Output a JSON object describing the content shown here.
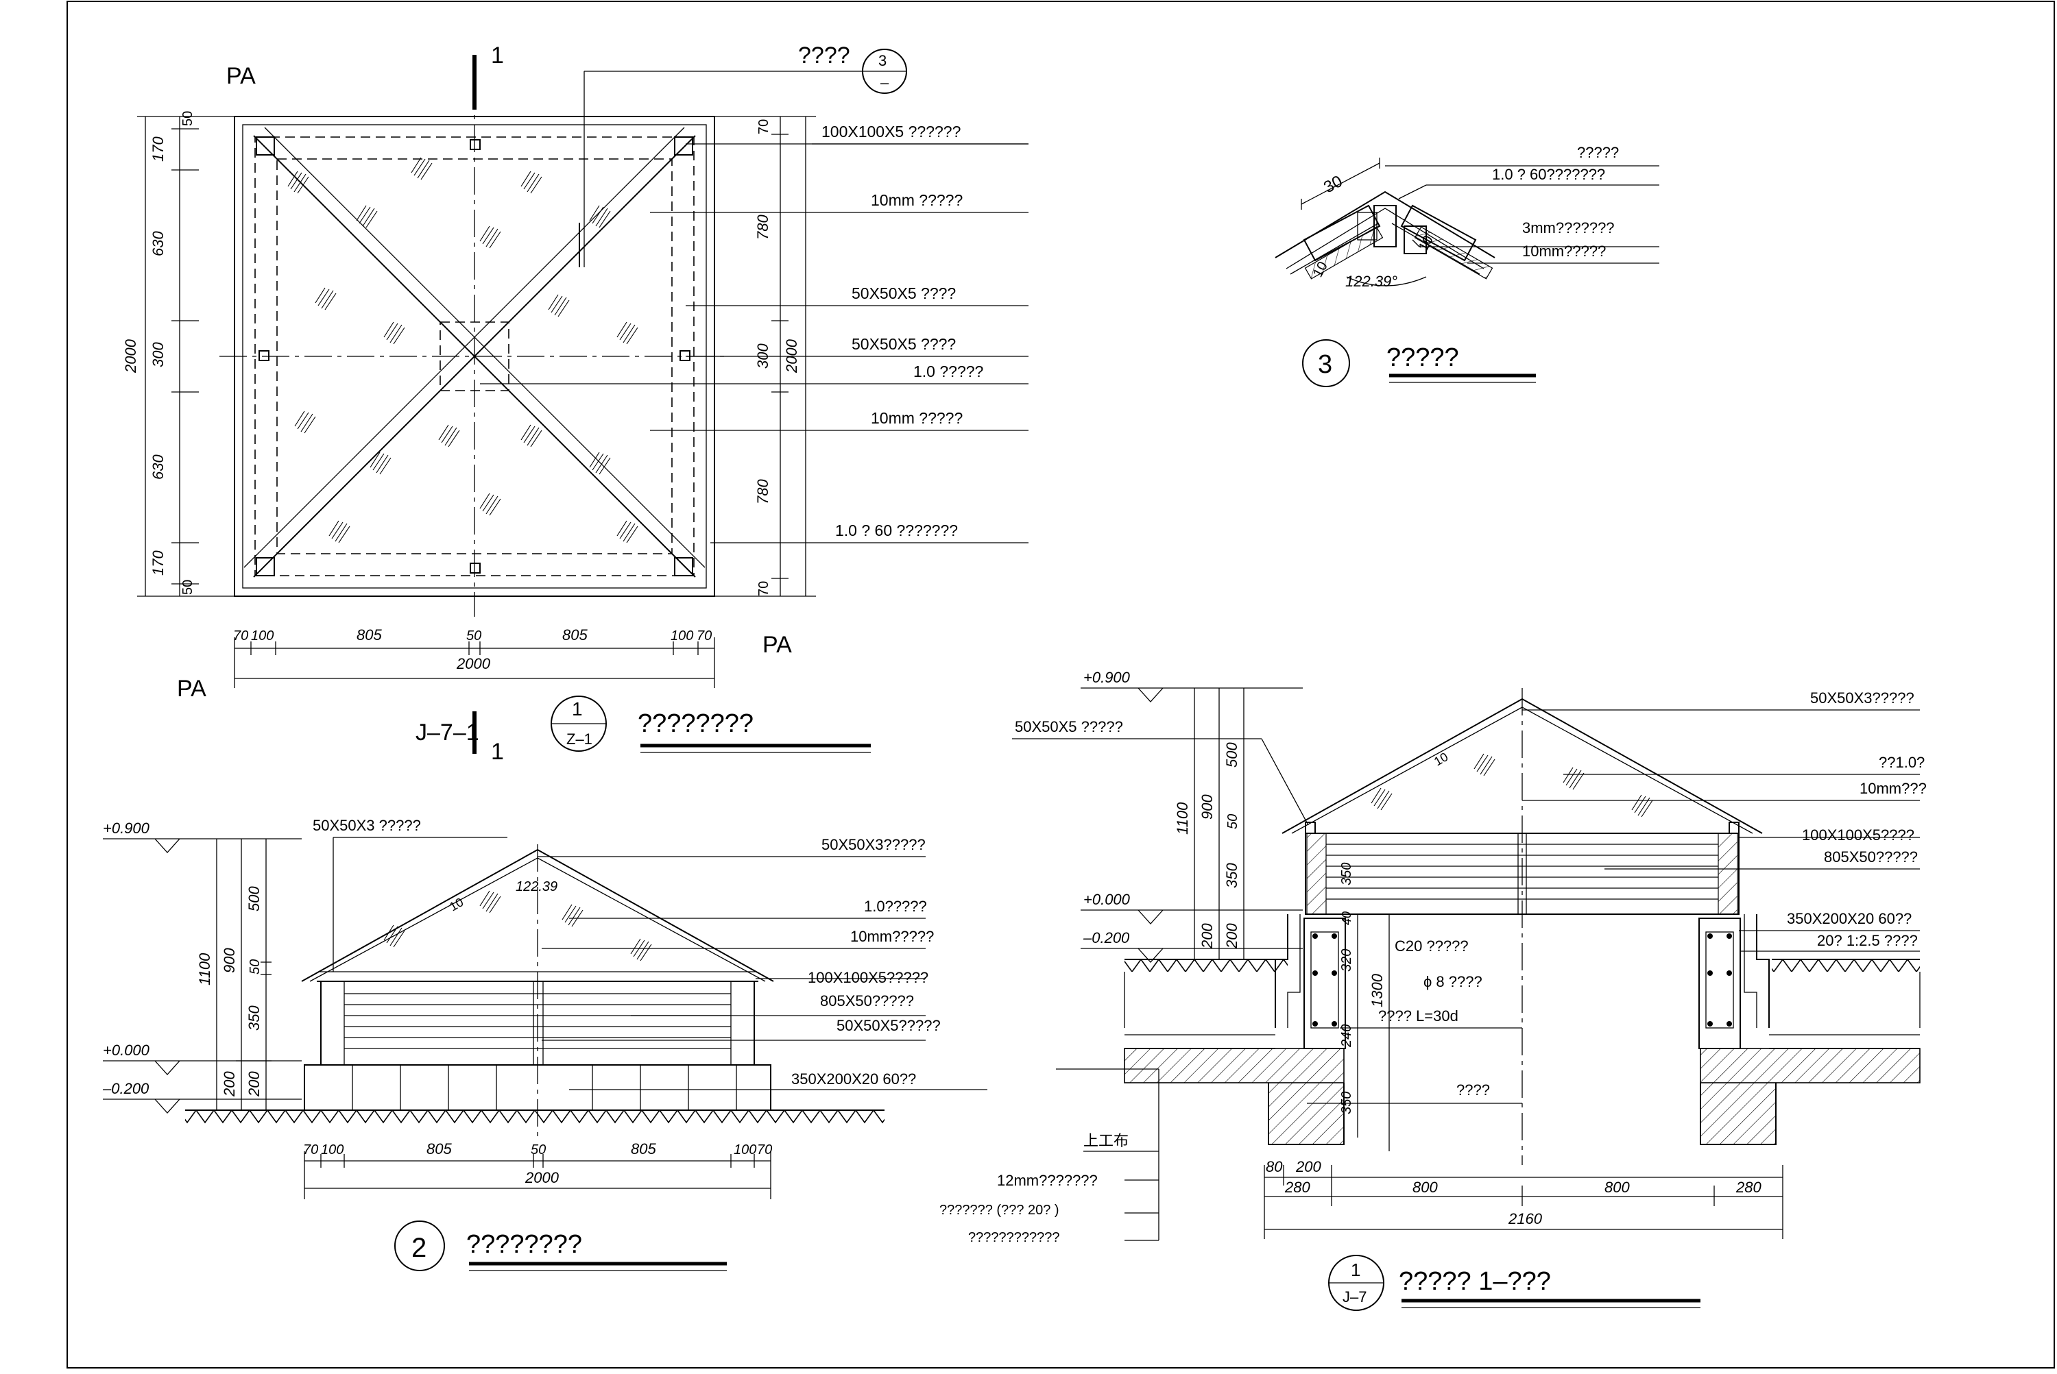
{
  "plan": {
    "section_mark_top": "1",
    "section_mark_bottom": "1",
    "pa_top": "PA",
    "pa_right": "PA",
    "pa_bottom": "PA",
    "detail_callout": "????",
    "detail_ref_num": "3",
    "detail_ref_sheet": "–",
    "left_dims": [
      "50",
      "170",
      "630",
      "300",
      "630",
      "170",
      "50"
    ],
    "left_total": "2000",
    "right_dims": [
      "70",
      "780",
      "300",
      "780",
      "70"
    ],
    "right_total": "2000",
    "bottom_dims": [
      "70",
      "100",
      "805",
      "50",
      "805",
      "100",
      "70"
    ],
    "bottom_total": "2000",
    "annotations": [
      "100X100X5   ??????",
      "10mm      ?????",
      "50X50X5      ????",
      "50X50X5      ????",
      "1.0    ?????",
      "10mm      ?????",
      "1.0   ? 60   ???????"
    ],
    "sheet_ref": "J–7–1",
    "title_num": "1",
    "title_sheet": "Z–1",
    "title": "????????"
  },
  "detail": {
    "callouts": [
      "?????",
      "1.0 ? 60???????",
      "3mm???????",
      "10mm?????"
    ],
    "dim_30": "30",
    "dim_10a": "10",
    "dim_10b": "10",
    "angle": "122.39°",
    "title_num": "3",
    "title": "?????"
  },
  "elevation": {
    "level_top": "+0.900",
    "level_zero": "+0.000",
    "level_neg": "–0.200",
    "left_total": "1100",
    "left_mid": "900",
    "left_dims": [
      "500",
      "50",
      "350",
      "200"
    ],
    "left_bottom": "200",
    "roof_angle": "122.39",
    "roof_mark": "10",
    "member_label": "50X50X3        ?????",
    "annotations": [
      "50X50X3?????",
      "1.0?????",
      "10mm?????",
      "100X100X5?????",
      "805X50?????",
      "50X50X5?????",
      "350X200X20     60??"
    ],
    "bottom_dims": [
      "70",
      "100",
      "805",
      "50",
      "805",
      "100",
      "70"
    ],
    "bottom_total": "2000",
    "title_num": "2",
    "title": "????????"
  },
  "section": {
    "level_top": "+0.900",
    "level_zero": "+0.000",
    "level_neg": "–0.200",
    "dims_a": [
      "1100"
    ],
    "dims_b": [
      "900",
      "200"
    ],
    "dims_c": [
      "500",
      "50",
      "350",
      "200"
    ],
    "found_dims": [
      "350",
      "40",
      "320",
      "240",
      "350"
    ],
    "found_total": "1300",
    "roof_mark": "10",
    "member_label": "50X50X5         ?????",
    "annotations": [
      "50X50X3?????",
      "??1.0?",
      "10mm???",
      "100X100X5????",
      "805X50?????",
      "350X200X20     60??",
      "20? 1:2.5 ????"
    ],
    "center_notes": [
      "C20    ?????",
      "ϕ 8 ????",
      "????       L=30d",
      "????"
    ],
    "left_notes": [
      "上工布",
      "12mm???????",
      "???????    (???    20?  )",
      "????????????"
    ],
    "bottom_dims": [
      "80",
      "200",
      "280",
      "800",
      "800",
      "280"
    ],
    "bottom_total": "2160",
    "title_num": "1",
    "title_sheet": "J–7",
    "title": "?????       1–???"
  }
}
